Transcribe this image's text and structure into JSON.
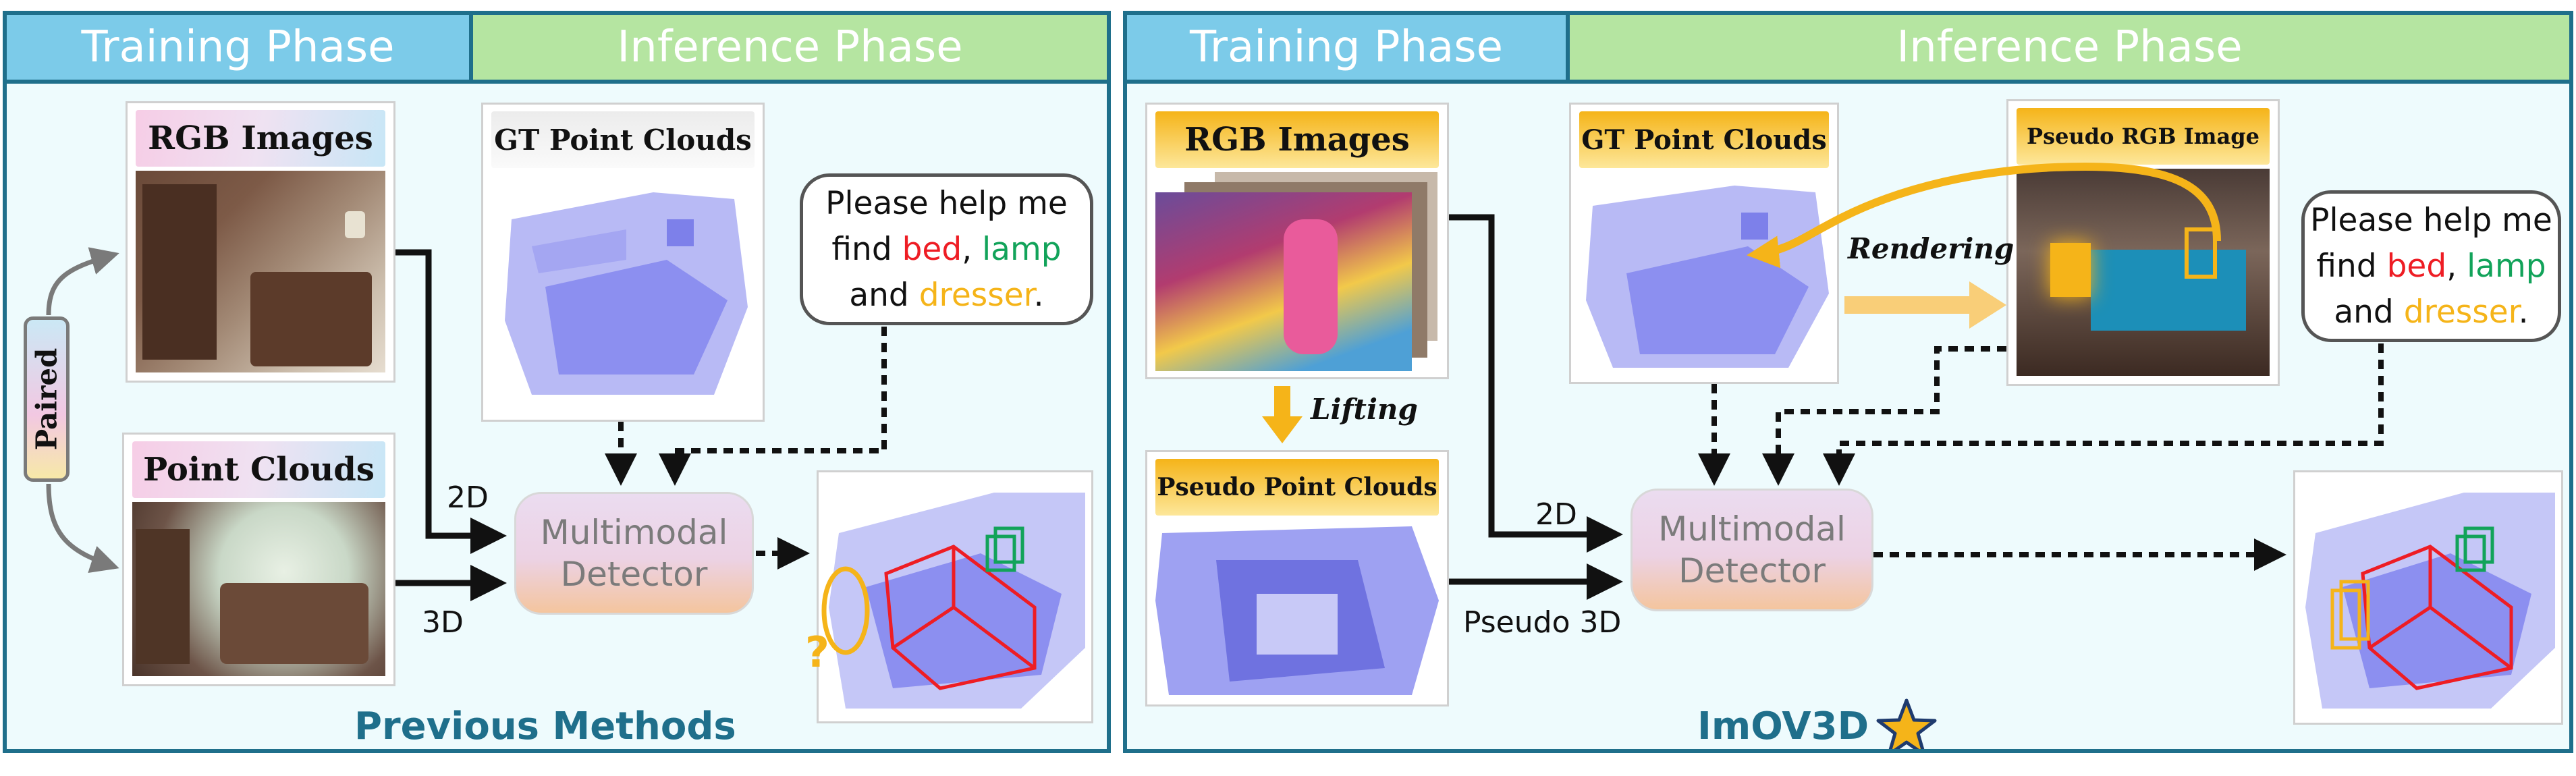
{
  "left": {
    "header_training": "Training Phase",
    "header_inference": "Inference Phase",
    "paired": "Paired",
    "rgb_images": "RGB Images",
    "point_clouds": "Point Clouds",
    "gt_point_clouds": "GT Point Clouds",
    "prompt": {
      "line1": "Please help me",
      "find": "find ",
      "bed": "bed",
      "comma": ", ",
      "lamp": "lamp",
      "and": "and ",
      "dresser": "dresser",
      "period": "."
    },
    "detector_line1": "Multimodal",
    "detector_line2": "Detector",
    "label_2d": "2D",
    "label_3d": "3D",
    "question_mark": "?",
    "footer": "Previous Methods"
  },
  "right": {
    "header_training": "Training Phase",
    "header_inference": "Inference Phase",
    "rgb_images": "RGB Images",
    "lifting": "Lifting",
    "pseudo_point_clouds": "Pseudo Point Clouds",
    "gt_point_clouds": "GT Point Clouds",
    "rendering": "Rendering",
    "pseudo_rgb_image": "Pseudo RGB Image",
    "prompt": {
      "line1": "Please help me",
      "find": "find ",
      "bed": "bed",
      "comma": ", ",
      "lamp": "lamp",
      "and": "and ",
      "dresser": "dresser",
      "period": "."
    },
    "detector_line1": "Multimodal",
    "detector_line2": "Detector",
    "label_2d": "2D",
    "label_pseudo_3d": "Pseudo 3D",
    "footer": "ImOV3D"
  },
  "colors": {
    "frame": "#1f6f8b",
    "training_header": "#7ccbe9",
    "inference_header": "#b5e5a1",
    "highlight_yellow": "#f5b419",
    "point_cloud": "#8c8ff0",
    "bbox_red": "#ee1d24",
    "bbox_green": "#12a35a"
  }
}
